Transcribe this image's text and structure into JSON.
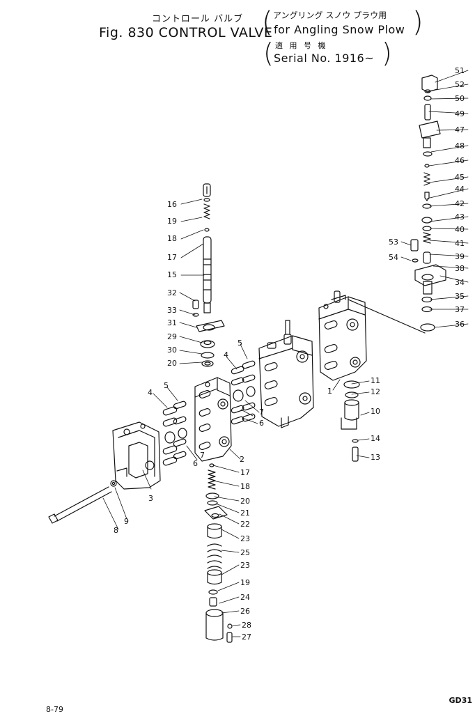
{
  "header": {
    "jp_title": "コントロール バルブ",
    "figure_title": "Fig. 830 CONTROL VALVE",
    "jp_application": "アングリング スノウ プラウ用",
    "application": "for Angling Snow Plow",
    "jp_serial": "適 用 号 機",
    "serial": "Serial No. 1916~"
  },
  "diagram_code": "GD31",
  "page_number": "8-79",
  "callouts": {
    "c1": "1",
    "c2": "2",
    "c3": "3",
    "c4a": "4",
    "c4b": "4",
    "c5a": "5",
    "c5b": "5",
    "c6a": "6",
    "c6b": "6",
    "c7a": "7",
    "c7b": "7",
    "c8": "8",
    "c9": "9",
    "c10": "10",
    "c11": "11",
    "c12": "12",
    "c13": "13",
    "c14": "14",
    "c15": "15",
    "c16": "16",
    "c17a": "17",
    "c17b": "17",
    "c18a": "18",
    "c18b": "18",
    "c19a": "19",
    "c19b": "19",
    "c20a": "20",
    "c20b": "20",
    "c21": "21",
    "c22": "22",
    "c23a": "23",
    "c23b": "23",
    "c24": "24",
    "c25": "25",
    "c26": "26",
    "c27": "27",
    "c28": "28",
    "c29": "29",
    "c30": "30",
    "c31": "31",
    "c32": "32",
    "c33": "33",
    "c34": "34",
    "c35": "35",
    "c36": "36",
    "c37": "37",
    "c38": "38",
    "c39": "39",
    "c40": "40",
    "c41": "41",
    "c42": "42",
    "c43": "43",
    "c44": "44",
    "c45": "45",
    "c46": "46",
    "c47": "47",
    "c48": "48",
    "c49": "49",
    "c50": "50",
    "c51": "51",
    "c52": "52",
    "c53": "53",
    "c54": "54"
  }
}
